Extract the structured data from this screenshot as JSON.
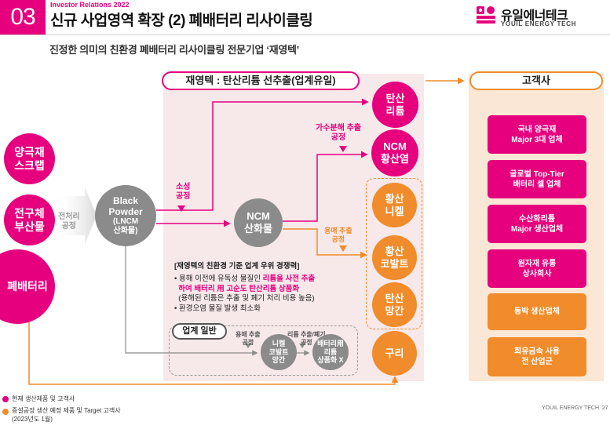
{
  "header": {
    "section_number": "03",
    "kicker": "Investor Relations 2022",
    "title": "신규 사업영역 확장 (2) 폐배터리 리사이클링"
  },
  "logo": {
    "name": "유일에너테크",
    "sub": "YOUIL ENERGY TECH",
    "colors": [
      "#e6007e",
      "#f08c2b"
    ]
  },
  "subtitle": "진정한 의미의 친환경 폐배터리 리사이클링 전문기업 ‘재영텍’",
  "main_panel": {
    "label": "재영텍 : 탄산리튬 선추출(업계유일)"
  },
  "customer_panel": {
    "label": "고객사"
  },
  "inputs": {
    "anode_scrap": "양극재\n스크랩",
    "precursor_byproduct": "전구체\n부산물",
    "waste_battery": "폐배터리",
    "precursor_process": "전처리\n공정"
  },
  "black_powder": {
    "name": "Black\nPowder",
    "sub": "(LNCM\n산화물)"
  },
  "ncm_oxide": "NCM\n산화물",
  "process_labels": {
    "calcination": "소성\n공정",
    "hydrolysis": "가수분해 추출\n공정",
    "solvent": "용매 추출\n공정"
  },
  "products": {
    "lithium_carbonate": "탄산\n리튬",
    "ncm_sulfate": "NCM\n황산염",
    "nickel_sulfate": "황산\n니켈",
    "cobalt_sulfate": "황산\n코발트",
    "manganese_carbonate": "탄산\n망간",
    "copper": "구리"
  },
  "competitiveness": {
    "title": "[재영텍의 친환경 기준 업계 우위 경쟁력]",
    "line1_pre": "• 용해 이전에 유독성 물질인 ",
    "line1_hl": "리튬을 사전 추출",
    "line2_hl": "  하여 배터리 用 고순도 탄산리튬 상품화",
    "line3": "  (용해된 리튬은 추출 및 폐기 처리 비용 높음)",
    "line4": "• 환경오염 물질 발생 최소화"
  },
  "general": {
    "label": "업계 일반",
    "solvent": "용매 추출\n공정",
    "li_process": "리튬 추출/폐기\n공정",
    "ncm_product": "니켈\n코발트\n망간",
    "li_product": "배터리用\n리튬\n상품화 X"
  },
  "customers": [
    "국내 양극재\nMajor 3대 업체",
    "글로벌 Top-Tier\n배터리 셀 업체",
    "수산화리튬\nMajor 생산업체",
    "원자재 유통\n상사회사",
    "동박 생산업체",
    "희유금속 사용\n전 산업군"
  ],
  "legend": {
    "current": "현재 생산제품 및 고객사",
    "planned": "증설공장 생산 예정 제품 및 Target  고객사",
    "planned_note": "(2023년도 1월)"
  },
  "footer": "YOUIL ENERGY TECH.  27",
  "colors": {
    "magenta": "#e6007e",
    "orange": "#f08c2b",
    "gray": "#8b8b8b",
    "main_panel_bg": "#f7e8ea",
    "customer_panel_bg": "#fbe7d6"
  }
}
